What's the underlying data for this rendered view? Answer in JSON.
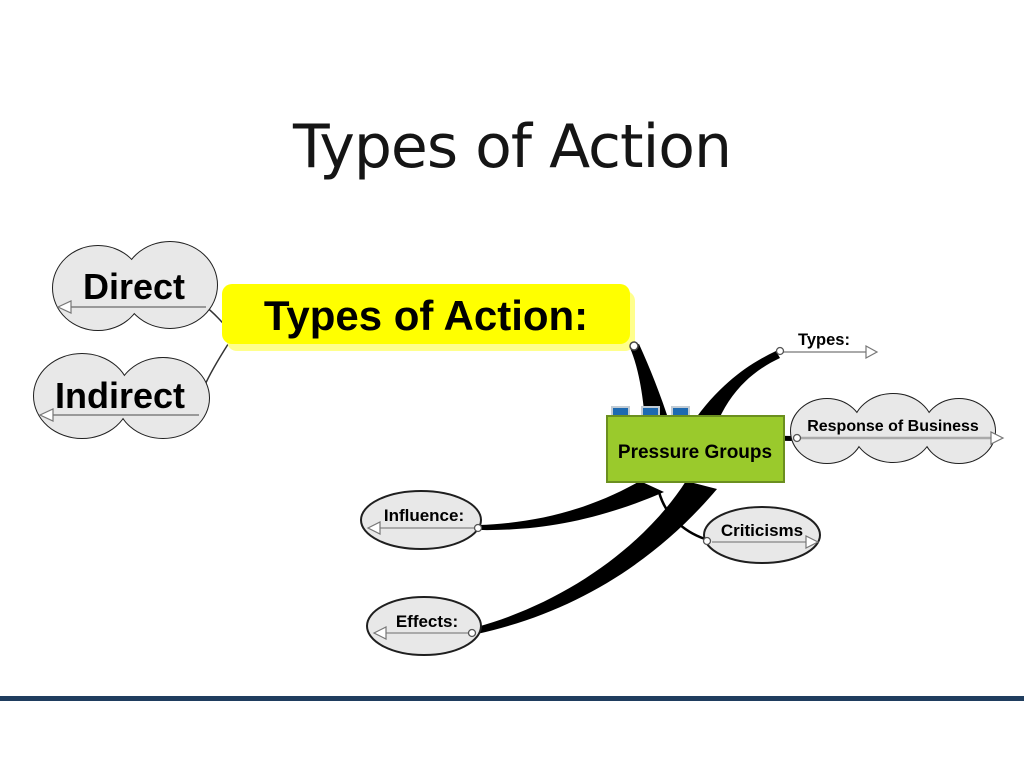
{
  "slide": {
    "title": "Types of Action",
    "footer_rule_color": "#1f3d5e",
    "background_color": "#ffffff"
  },
  "mindmap": {
    "root": {
      "label": "Pressure Groups"
    },
    "main_topic": {
      "label": "Types of Action:"
    },
    "subtopics": {
      "direct": {
        "label": "Direct"
      },
      "indirect": {
        "label": "Indirect"
      },
      "types": {
        "label": "Types:"
      },
      "response_of_business": {
        "label": "Response of Business"
      },
      "criticisms": {
        "label": "Criticisms"
      },
      "influence": {
        "label": "Influence:"
      },
      "effects": {
        "label": "Effects:"
      }
    },
    "colors": {
      "highlight_yellow": "#ffff00",
      "highlight_shadow": "#ffff8c",
      "root_fill": "#9aca2c",
      "root_border": "#6b8f1f",
      "root_text": "#35490e",
      "cloud_fill": "#e8e8e8",
      "cloud_stroke": "#1f1f1f",
      "branch_black": "#000000",
      "marker_blue": "#1e6ab0"
    }
  }
}
